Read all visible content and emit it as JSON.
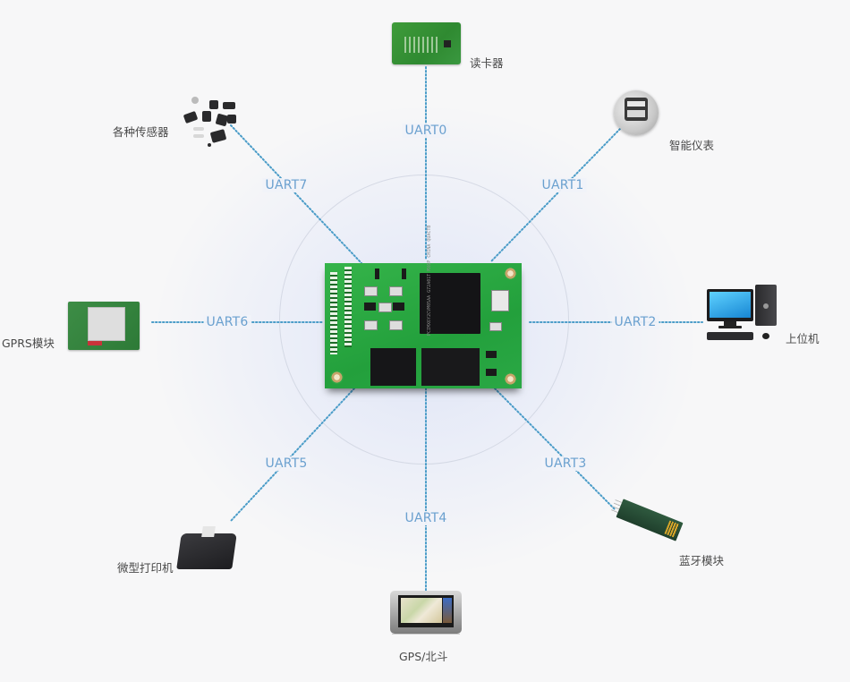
{
  "diagram": {
    "center": {
      "name": "core-board",
      "chip_marking": "PCIMX6Y2CVM05AA  G72A01T  MX6P  CHINA QUACTB"
    },
    "links": [
      {
        "id": "uart0",
        "label": "UART0",
        "device": "读卡器",
        "direction": "up"
      },
      {
        "id": "uart1",
        "label": "UART1",
        "device": "智能仪表",
        "direction": "up-right"
      },
      {
        "id": "uart2",
        "label": "UART2",
        "device": "上位机",
        "direction": "right"
      },
      {
        "id": "uart3",
        "label": "UART3",
        "device": "蓝牙模块",
        "direction": "down-right"
      },
      {
        "id": "uart4",
        "label": "UART4",
        "device": "GPS/北斗",
        "direction": "down"
      },
      {
        "id": "uart5",
        "label": "UART5",
        "device": "微型打印机",
        "direction": "down-left"
      },
      {
        "id": "uart6",
        "label": "UART6",
        "device": "GPRS模块",
        "direction": "left"
      },
      {
        "id": "uart7",
        "label": "UART7",
        "device": "各种传感器",
        "direction": "up-left"
      }
    ]
  },
  "colors": {
    "line": "#4a9cc8",
    "uart_text": "#6aa0cf",
    "device_text": "#4a4a4a",
    "board": "#2aa845",
    "background": "#f7f7f8"
  },
  "icons": {
    "reader": "card-reader-board-icon",
    "meter": "smart-meter-icon",
    "computer": "desktop-computer-icon",
    "bluetooth": "bluetooth-module-icon",
    "gps": "gps-navigator-icon",
    "printer": "thermal-printer-icon",
    "gprs": "gprs-module-icon",
    "sensors": "sensors-icon"
  }
}
